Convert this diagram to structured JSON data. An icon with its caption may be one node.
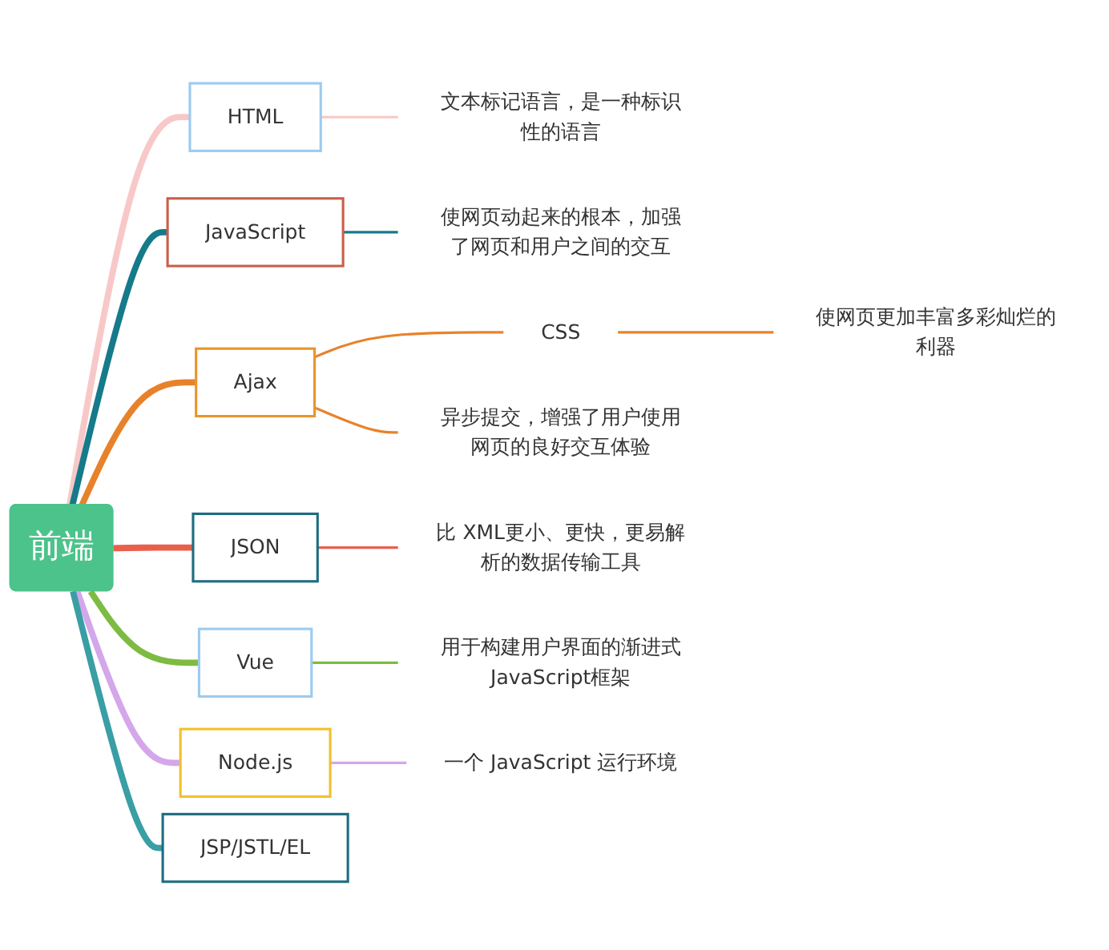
{
  "diagram": {
    "nodes": [
      {
        "text": [
          "前端"
        ]
      },
      {
        "text": [
          "HTML"
        ]
      },
      {
        "text": [
          "文本标记语言，是一种标识性的语言"
        ]
      },
      {
        "text": [
          "JavaScript"
        ]
      },
      {
        "text": [
          "使网页动起来的根本，加强了网页和用户之间的交互"
        ]
      },
      {
        "text": [
          "Ajax"
        ]
      },
      {
        "text": [
          "CSS"
        ]
      },
      {
        "text": [
          "使网页更加丰富多彩灿烂的利器"
        ]
      },
      {
        "text": [
          "异步提交，增强了用户使用网页的良好交互体验"
        ]
      },
      {
        "text": [
          "JSON"
        ]
      },
      {
        "text": [
          "比 XML更小、更快，更易解析的数据传输工具"
        ]
      },
      {
        "text": [
          "Vue"
        ]
      },
      {
        "text": [
          "用于构建用户界面的渐进式JavaScript框架"
        ]
      },
      {
        "text": [
          "Node.js"
        ]
      },
      {
        "text": [
          "一个 JavaScript 运行环境"
        ]
      },
      {
        "text": [
          "JSP/JSTL/EL"
        ]
      }
    ],
    "edges": [
      {
        "from": 0,
        "to": 1,
        "arrow": "none",
        "style": "thick",
        "color": "#f8c8c8"
      },
      {
        "from": 1,
        "to": 2,
        "arrow": "none",
        "color": "#f8c8c8"
      },
      {
        "from": 0,
        "to": 3,
        "arrow": "none",
        "style": "thick",
        "color": "#157a8a"
      },
      {
        "from": 3,
        "to": 4,
        "arrow": "none",
        "color": "#157a8a"
      },
      {
        "from": 0,
        "to": 5,
        "arrow": "none",
        "style": "thick",
        "color": "#e8822a"
      },
      {
        "from": 5,
        "to": 6,
        "arrow": "none",
        "color": "#e8822a"
      },
      {
        "from": 6,
        "to": 7,
        "arrow": "none",
        "color": "#e8822a"
      },
      {
        "from": 5,
        "to": 8,
        "arrow": "none",
        "color": "#e8822a"
      },
      {
        "from": 0,
        "to": 9,
        "arrow": "none",
        "style": "thick",
        "color": "#e8604c"
      },
      {
        "from": 9,
        "to": 10,
        "arrow": "none",
        "color": "#e8604c"
      },
      {
        "from": 0,
        "to": 11,
        "arrow": "none",
        "style": "thick",
        "color": "#7dbb42"
      },
      {
        "from": 11,
        "to": 12,
        "arrow": "none",
        "color": "#7dbb42"
      },
      {
        "from": 0,
        "to": 13,
        "arrow": "none",
        "style": "thick",
        "color": "#d4a6ea"
      },
      {
        "from": 13,
        "to": 14,
        "arrow": "none",
        "color": "#d4a6ea"
      },
      {
        "from": 0,
        "to": 15,
        "arrow": "none",
        "style": "thick",
        "color": "#3a9ea5"
      }
    ]
  }
}
